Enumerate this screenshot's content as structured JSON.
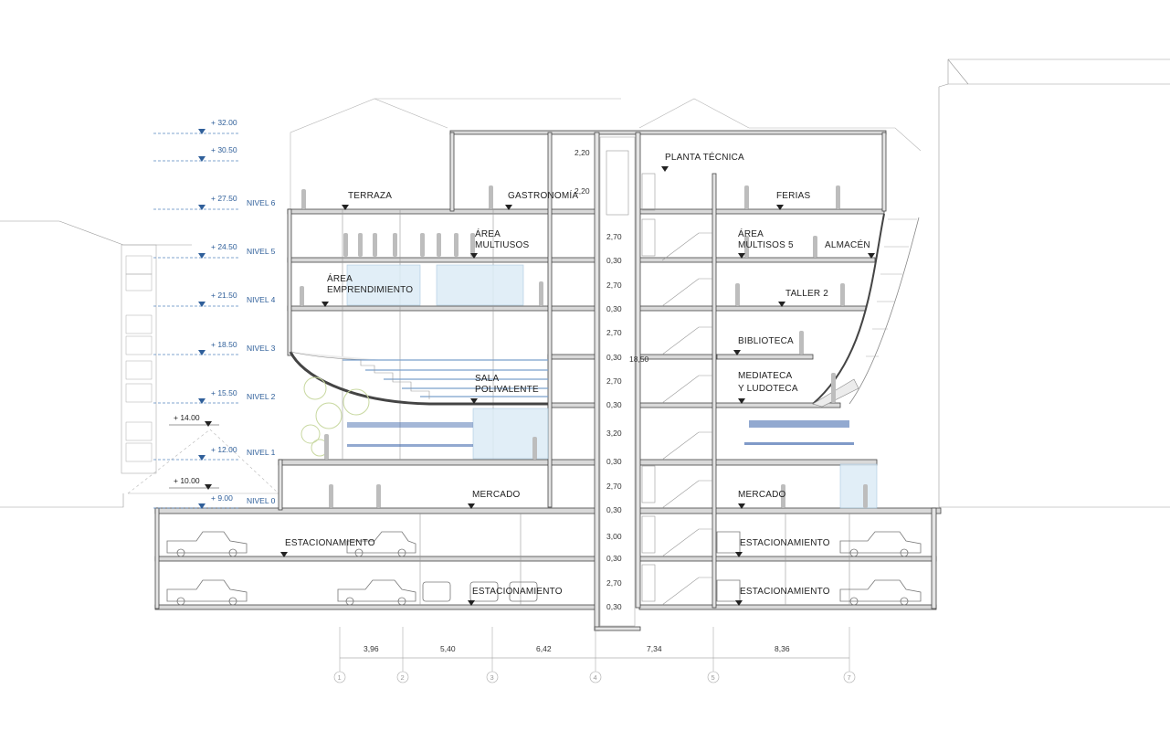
{
  "levels": [
    {
      "elevation": "+ 32.00",
      "name": ""
    },
    {
      "elevation": "+ 30.50",
      "name": ""
    },
    {
      "elevation": "+ 27.50",
      "name": "NIVEL 6"
    },
    {
      "elevation": "+ 24.50",
      "name": "NIVEL 5"
    },
    {
      "elevation": "+ 21.50",
      "name": "NIVEL 4"
    },
    {
      "elevation": "+ 18.50",
      "name": "NIVEL 3"
    },
    {
      "elevation": "+ 15.50",
      "name": "NIVEL 2"
    },
    {
      "elevation": "+ 12.00",
      "name": "NIVEL 1"
    },
    {
      "elevation": "+ 9.00",
      "name": "NIVEL 0"
    }
  ],
  "extra_levels": [
    "+ 14.00",
    "+ 10.00"
  ],
  "rooms": {
    "terraza": "TERRAZA",
    "gastronomia": "GASTRONOMÍA",
    "planta_tecnica": "PLANTA TÉCNICA",
    "ferias": "FERIAS",
    "area_multiusos": [
      "ÁREA",
      "MULTIUSOS"
    ],
    "area_multisos5": [
      "ÁREA",
      "MULTISOS 5"
    ],
    "almacen": "ALMACÉN",
    "area_emprendimiento": [
      "ÁREA",
      "EMPRENDIMIENTO"
    ],
    "taller2": "TALLER 2",
    "biblioteca": "BIBLIOTECA",
    "sala_polivalente": [
      "SALA",
      "POLIVALENTE"
    ],
    "mediateca": [
      "MEDIATECA",
      "Y LUDOTECA"
    ],
    "mercado_left": "MERCADO",
    "mercado_right": "MERCADO",
    "estacionamiento": "ESTACIONAMIENTO"
  },
  "vertical_dims": [
    "2,20",
    "2,20",
    "2,70",
    "0,30",
    "2,70",
    "0,30",
    "2,70",
    "0,30",
    "2,70",
    "0,30",
    "3,20",
    "0,30",
    "2,70",
    "0,30",
    "3,00",
    "0,30",
    "2,70",
    "0,30"
  ],
  "total_height": "18,50",
  "spans": [
    "3,96",
    "5,40",
    "6,42",
    "7,34",
    "8,36"
  ],
  "axes": [
    "1",
    "2",
    "3",
    "4",
    "5",
    "7"
  ],
  "colors": {
    "level_blue": "#2f5f9a",
    "glass": "#dcecf6",
    "slab": "#d9d9d9"
  }
}
